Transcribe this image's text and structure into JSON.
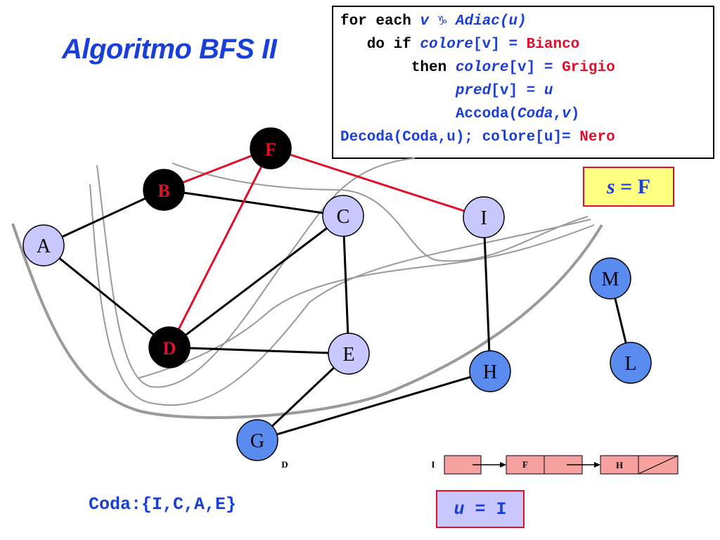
{
  "title": "Algoritmo BFS II",
  "code": {
    "line1": {
      "for_each": "for each ",
      "v": "v",
      "symbol": " ♑ ",
      "adiac": "Adiac(u)"
    },
    "line2": {
      "do_if": "   do if ",
      "colore": "colore",
      "v_index": "[v]",
      "eq": " = ",
      "value": "Bianco"
    },
    "line3": {
      "then": "        then ",
      "colore": "colore",
      "v_index": "[v]",
      "eq": " = ",
      "value": "Grigio"
    },
    "line4": {
      "indent": "             ",
      "pred": "pred",
      "v_index": "[v]",
      "eq": " = ",
      "u": "u"
    },
    "line5": {
      "indent": "             ",
      "accoda": "Accoda(",
      "coda": "Coda",
      "comma": ",",
      "v": "v",
      "close": ")"
    },
    "line6": {
      "decoda": "Decoda(Coda,u); colore[u]= ",
      "nero": "Nero"
    }
  },
  "source": {
    "prefix": "s",
    "eq": " = ",
    "value": "F"
  },
  "coda_label": "Coda:{I,C,A,E}",
  "u_box": {
    "prefix": "u",
    "eq": " = ",
    "value": "I"
  },
  "graph": {
    "nodes": [
      {
        "id": "A",
        "label": "A",
        "state": "white"
      },
      {
        "id": "B",
        "label": "B",
        "state": "black"
      },
      {
        "id": "F",
        "label": "F",
        "state": "black"
      },
      {
        "id": "C",
        "label": "C",
        "state": "white"
      },
      {
        "id": "I",
        "label": "I",
        "state": "white"
      },
      {
        "id": "D",
        "label": "D",
        "state": "black"
      },
      {
        "id": "E",
        "label": "E",
        "state": "white"
      },
      {
        "id": "H",
        "label": "H",
        "state": "gray"
      },
      {
        "id": "G",
        "label": "G",
        "state": "gray"
      },
      {
        "id": "M",
        "label": "M",
        "state": "gray"
      },
      {
        "id": "L",
        "label": "L",
        "state": "gray"
      }
    ],
    "edges": [
      {
        "from": "A",
        "to": "B",
        "tree": false
      },
      {
        "from": "A",
        "to": "D",
        "tree": false
      },
      {
        "from": "B",
        "to": "C",
        "tree": false
      },
      {
        "from": "F",
        "to": "B",
        "tree": true
      },
      {
        "from": "F",
        "to": "D",
        "tree": true
      },
      {
        "from": "F",
        "to": "I",
        "tree": true
      },
      {
        "from": "D",
        "to": "C",
        "tree": false
      },
      {
        "from": "D",
        "to": "E",
        "tree": false
      },
      {
        "from": "C",
        "to": "E",
        "tree": false
      },
      {
        "from": "I",
        "to": "H",
        "tree": false
      },
      {
        "from": "H",
        "to": "G",
        "tree": false
      },
      {
        "from": "E",
        "to": "G",
        "tree": false
      },
      {
        "from": "M",
        "to": "L",
        "tree": false
      }
    ],
    "d_annotation": "D"
  },
  "queue_list": {
    "head_label": "I",
    "cells": [
      "F",
      "H"
    ]
  },
  "colors": {
    "white_node": "#c8c8ff",
    "gray_node": "#5a8cf0",
    "black_node": "#000000",
    "tree_edge": "#e0102a",
    "edge": "#000000",
    "list_cell": "#f7a0a0",
    "blue": "#1a3fd6",
    "red": "#e0102a"
  }
}
